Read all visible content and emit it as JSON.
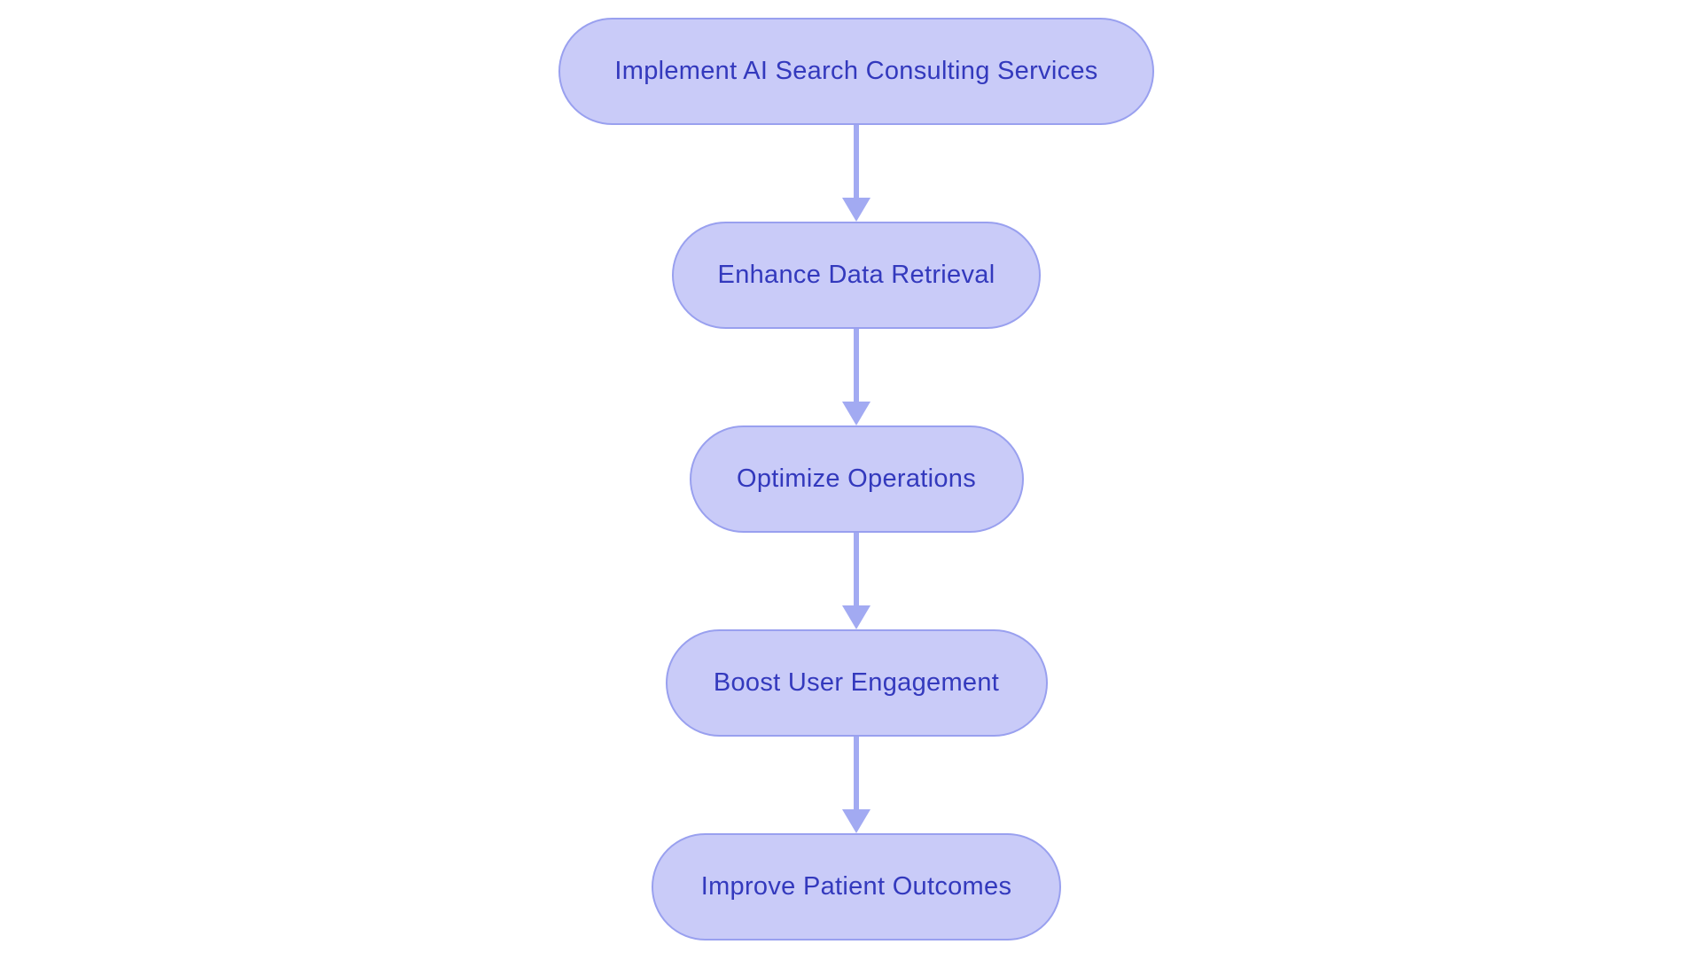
{
  "diagram": {
    "type": "flowchart",
    "direction": "top-down",
    "nodes": [
      {
        "id": "node-1",
        "label": "Implement AI Search Consulting Services"
      },
      {
        "id": "node-2",
        "label": "Enhance Data Retrieval"
      },
      {
        "id": "node-3",
        "label": "Optimize Operations"
      },
      {
        "id": "node-4",
        "label": "Boost User Engagement"
      },
      {
        "id": "node-5",
        "label": "Improve Patient Outcomes"
      }
    ],
    "edges": [
      {
        "from": "Implement AI Search Consulting Services",
        "to": "Enhance Data Retrieval",
        "style": "arrow-down"
      },
      {
        "from": "Enhance Data Retrieval",
        "to": "Optimize Operations",
        "style": "arrow-down"
      },
      {
        "from": "Optimize Operations",
        "to": "Boost User Engagement",
        "style": "arrow-down"
      },
      {
        "from": "Boost User Engagement",
        "to": "Improve Patient Outcomes",
        "style": "arrow-down"
      }
    ],
    "colors": {
      "node_fill": "#c9cbf8",
      "node_border": "#99a0ef",
      "node_text": "#3339bd",
      "arrow": "#a2aaf2",
      "background": "#ffffff"
    }
  }
}
